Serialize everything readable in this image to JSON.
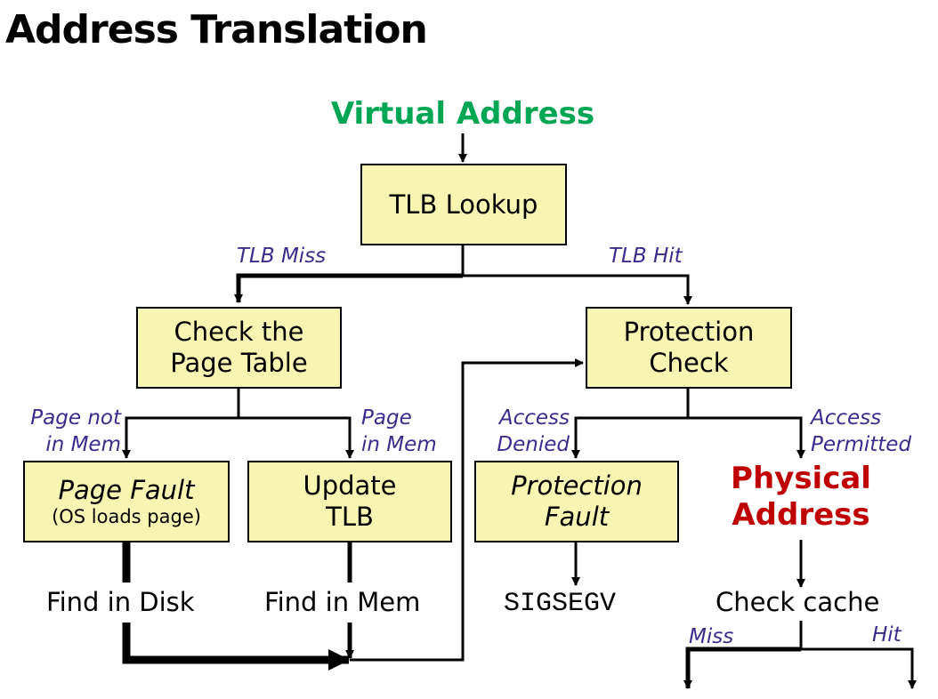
{
  "title": "Address Translation",
  "nodes": {
    "virtual_address": "Virtual Address",
    "tlb_lookup": "TLB Lookup",
    "check_page_table": [
      "Check the",
      "Page Table"
    ],
    "protection_check": [
      "Protection",
      "Check"
    ],
    "page_fault": [
      "Page Fault",
      "(OS loads page)"
    ],
    "update_tlb": [
      "Update",
      "TLB"
    ],
    "protection_fault": [
      "Protection",
      "Fault"
    ],
    "physical_address": [
      "Physical",
      "Address"
    ],
    "find_in_disk": "Find in Disk",
    "find_in_mem": "Find in Mem",
    "sigsegv": "SIGSEGV",
    "check_cache": "Check cache"
  },
  "edge_labels": {
    "tlb_miss": "TLB Miss",
    "tlb_hit": "TLB Hit",
    "page_not_in_mem": [
      "Page not",
      "in Mem"
    ],
    "page_in_mem": [
      "Page",
      "in Mem"
    ],
    "access_denied": [
      "Access",
      "Denied"
    ],
    "access_permitted": [
      "Access",
      "Permitted"
    ],
    "cache_miss": "Miss",
    "cache_hit": "Hit"
  },
  "colors": {
    "box_fill": "#f7f5b2",
    "virtual_address": "#00a651",
    "physical_address": "#c00000",
    "edge_label": "#3b2b8c"
  }
}
